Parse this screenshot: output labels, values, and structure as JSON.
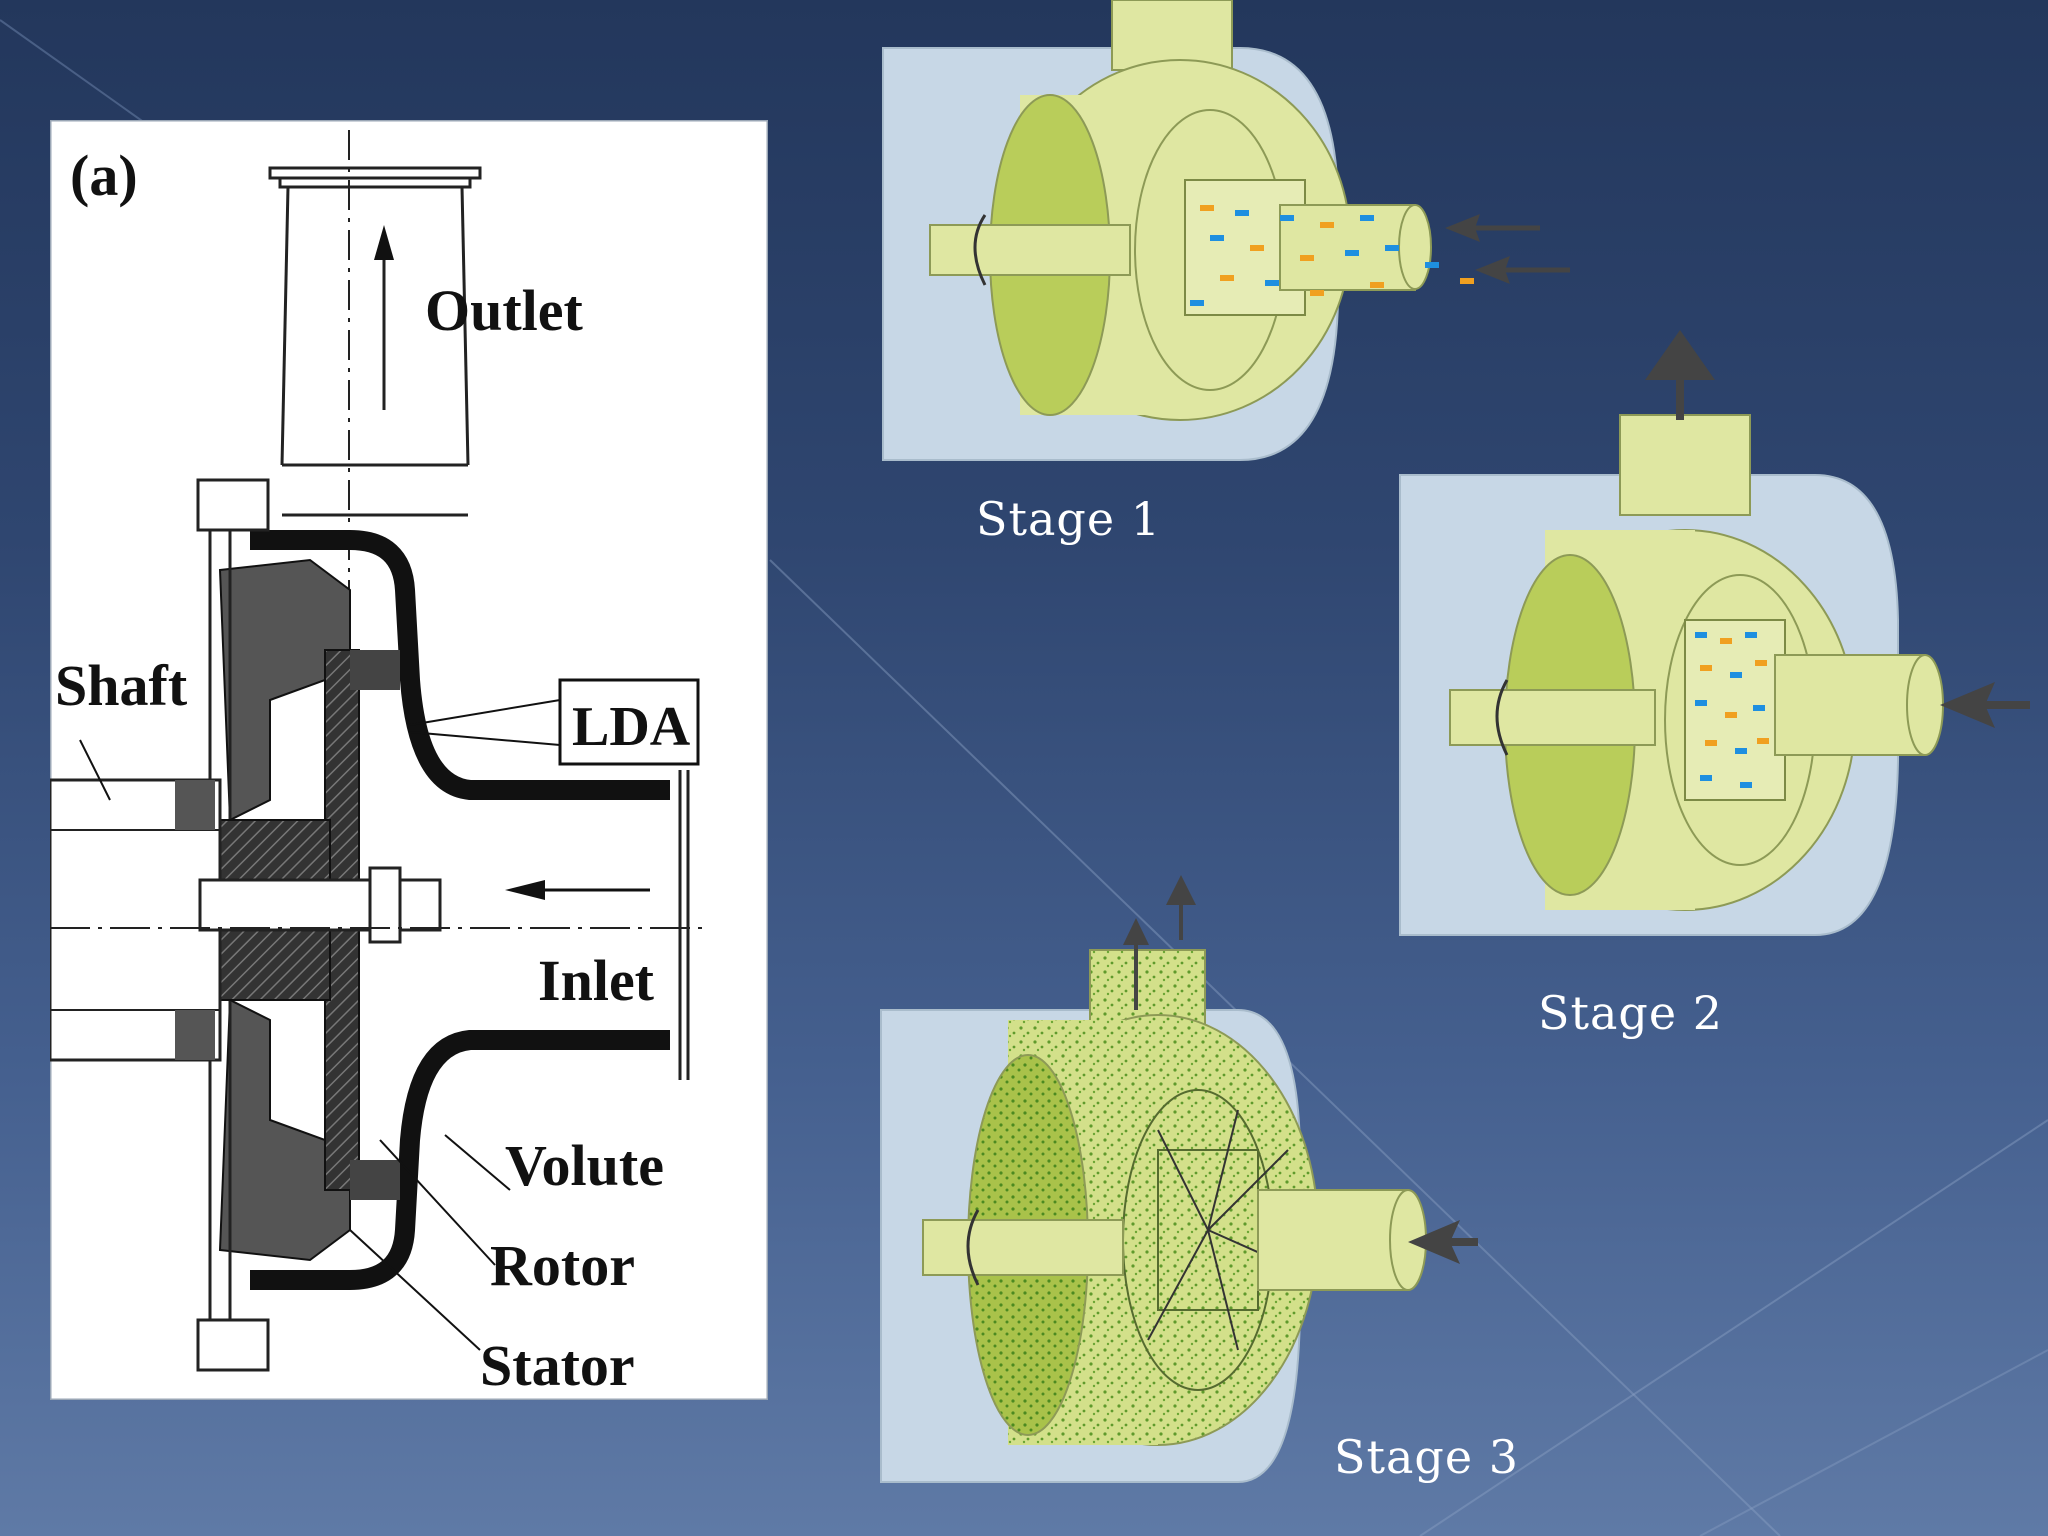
{
  "diagram_a": {
    "panel_tag": "(a)",
    "labels": {
      "outlet": "Outlet",
      "inlet": "Inlet",
      "shaft": "Shaft",
      "lda": "LDA",
      "volute": "Volute",
      "rotor": "Rotor",
      "stator": "Stator"
    }
  },
  "stages": [
    {
      "label": "Stage 1",
      "fill": "partial"
    },
    {
      "label": "Stage 2",
      "fill": "partial"
    },
    {
      "label": "Stage 3",
      "fill": "full"
    }
  ],
  "colors": {
    "background_top": "#23375c",
    "background_bottom": "#5f7aa6",
    "casing": "#dfe7a2",
    "casing_dark": "#bdd063",
    "backplate": "#c7d7e6",
    "particle_orange": "#f0a020",
    "particle_blue": "#1e8fe0",
    "foam_green": "#5f9a2c"
  }
}
